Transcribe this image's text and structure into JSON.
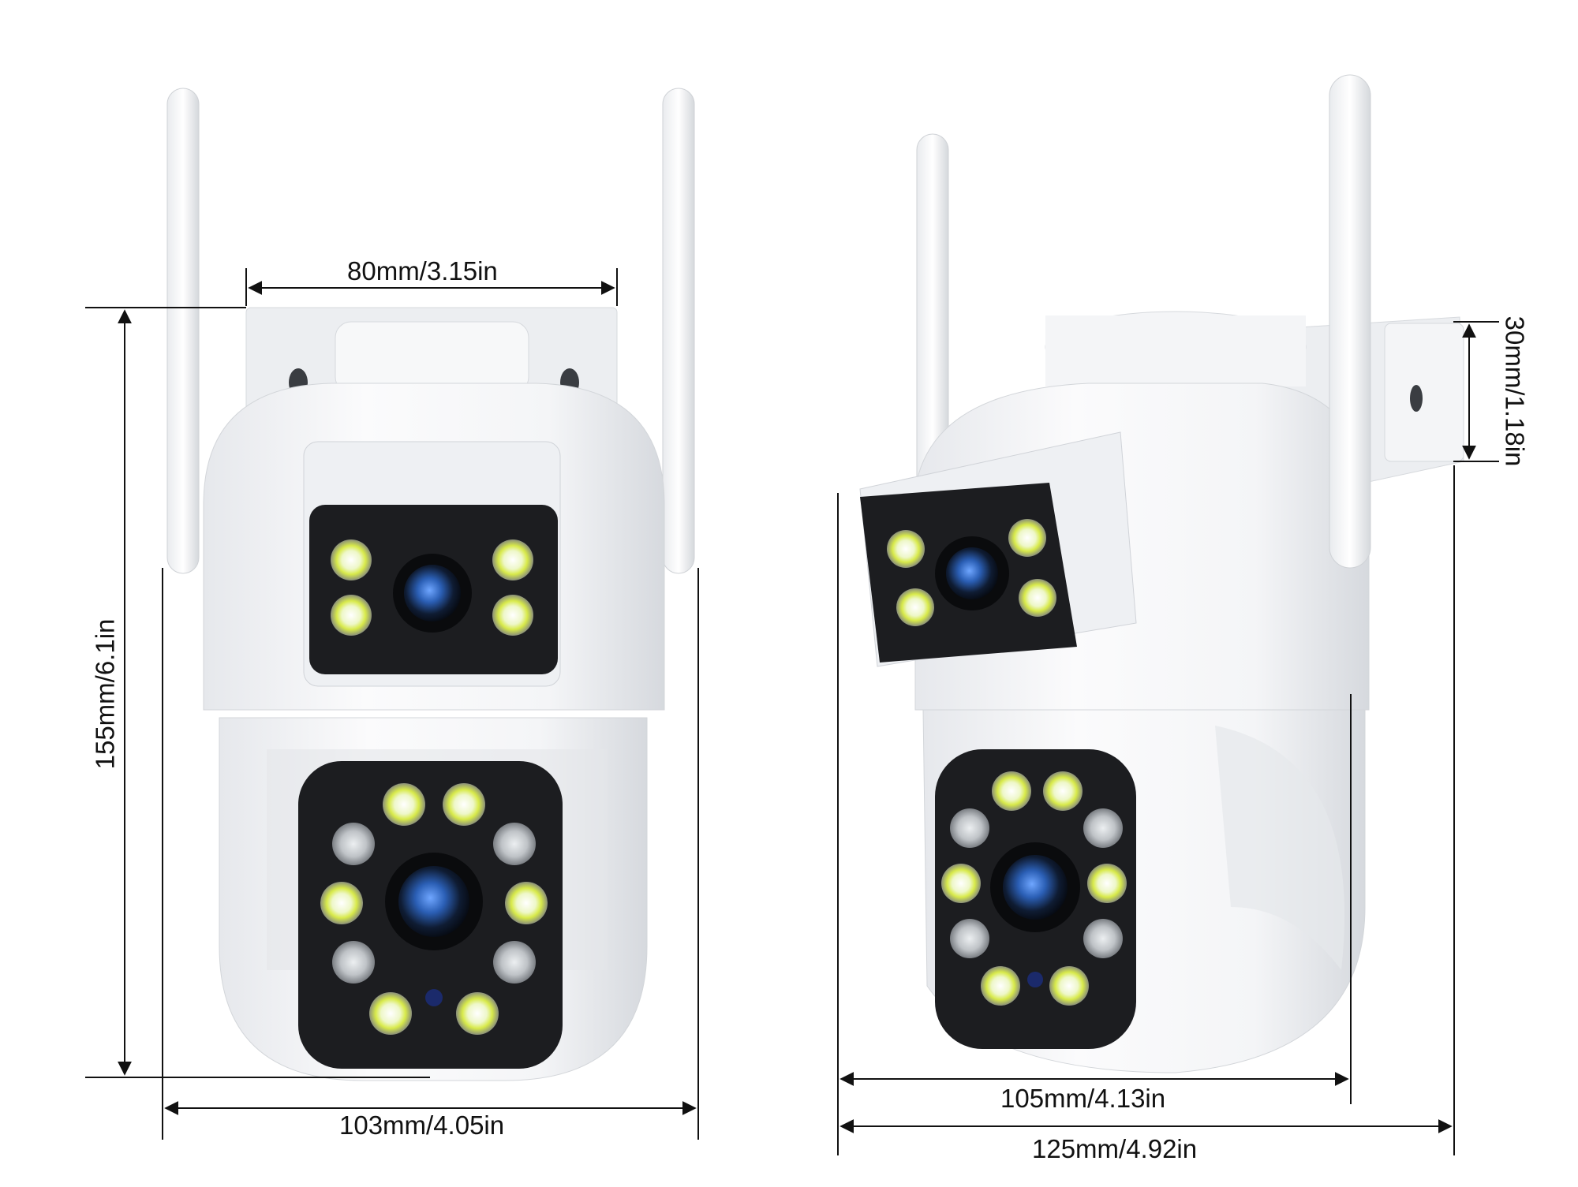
{
  "dimensions": {
    "front_top_width": "80mm/3.15in",
    "front_height": "155mm/6.1in",
    "front_body_width": "103mm/4.05in",
    "side_bracket_depth": "30mm/1.18in",
    "side_body_width": "105mm/4.13in",
    "side_total_width": "125mm/4.92in"
  },
  "colors": {
    "housing": "#f4f5f7",
    "housing_shade": "#d9dce1",
    "faceplate": "#1c1d20",
    "led_white": "#eef7c9",
    "led_ring": "#d8ea4a",
    "led_ir": "#bfc3c7",
    "lens_blue": "#2b5fb5",
    "line": "#111111"
  },
  "icons": [
    "camera-front-icon",
    "camera-side-icon",
    "led-icon",
    "lens-icon"
  ]
}
